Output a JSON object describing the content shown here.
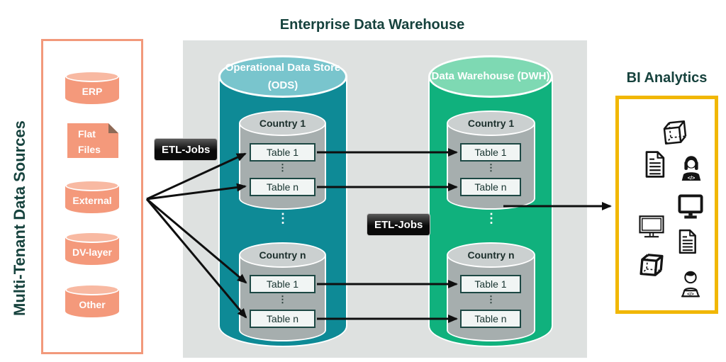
{
  "title": "Enterprise Data Warehouse",
  "sources": {
    "label": "Multi-Tenant Data Sources",
    "items": [
      {
        "label": "ERP",
        "shape": "cylinder"
      },
      {
        "label": "Flat Files",
        "shape": "document"
      },
      {
        "label": "External",
        "shape": "cylinder"
      },
      {
        "label": "DV-layer",
        "shape": "cylinder"
      },
      {
        "label": "Other",
        "shape": "cylinder"
      }
    ]
  },
  "etl": {
    "label_left": "ETL-Jobs",
    "label_middle": "ETL-Jobs"
  },
  "ods": {
    "title": "Operational Data Store (ODS)",
    "groups": [
      {
        "name": "Country 1",
        "tables": [
          "Table 1",
          "Table n"
        ]
      },
      {
        "name": "Country n",
        "tables": [
          "Table 1",
          "Table n"
        ]
      }
    ]
  },
  "dwh": {
    "title": "Data Warehouse (DWH)",
    "groups": [
      {
        "name": "Country 1",
        "tables": [
          "Table 1",
          "Table n"
        ]
      },
      {
        "name": "Country n",
        "tables": [
          "Table 1",
          "Table n"
        ]
      }
    ]
  },
  "bi": {
    "title": "BI Analytics",
    "code_glyph": "</>",
    "icons": [
      "cube-3d-icon",
      "report-document-icon",
      "female-developer-icon",
      "monitor-filled-icon",
      "monitor-outline-icon",
      "report-document-icon",
      "cube-3d-bold-icon",
      "developer-laptop-icon"
    ]
  },
  "ellipsis": "⋮",
  "colors": {
    "accent_salmon": "#f4997b",
    "accent_teal": "#0e8a96",
    "accent_green": "#10b17d",
    "accent_yellow": "#f1b705",
    "heading_teal": "#16423d",
    "panel_gray": "#dee1e0"
  }
}
